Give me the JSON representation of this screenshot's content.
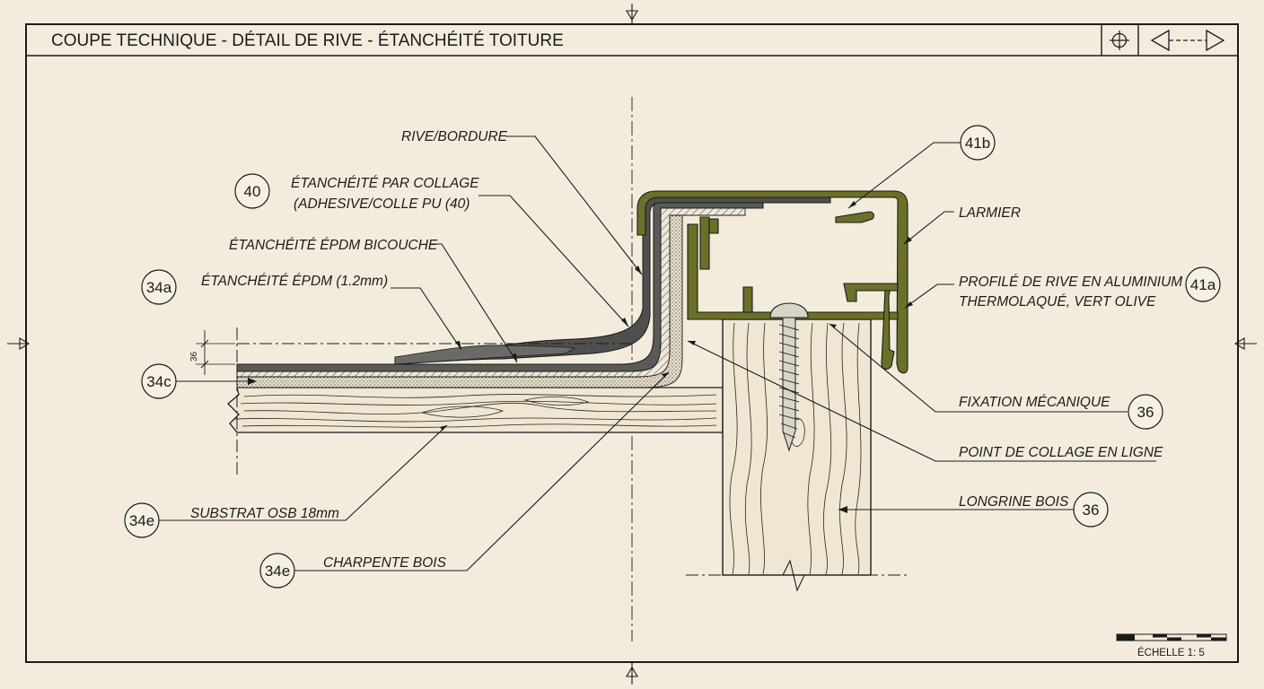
{
  "title": "COUPE TECHNIQUE - DÉTAIL DE RIVE - ÉTANCHÉITÉ TOITURE",
  "scale": "ÉCHELLE 1: 5",
  "dimension": "36",
  "colors": {
    "paper": "#f3ecdc",
    "ink": "#1b1b1b",
    "aluminium_profile": "#6b7029",
    "epdm": "#5a5a58"
  },
  "icons": [
    "crosshair-icon",
    "double-arrow-icon",
    "center-marker-icon"
  ],
  "labels": {
    "rive": "RIVE/BORDURE",
    "collage_1": "ÉTANCHÉITÉ PAR COLLAGE",
    "collage_2": "(ADHESIVE/COLLE PU (40)",
    "bicouche": "ÉTANCHÉITÉ ÉPDM BICOUCHE",
    "epdm": "ÉTANCHÉITÉ ÉPDM (1.2mm)",
    "substrat": "SUBSTRAT OSB 18mm",
    "charpente": "CHARPENTE BOIS",
    "larmier": "LARMIER",
    "profile_1": "PROFILÉ DE RIVE EN ALUMINIUM",
    "profile_2": "THERMOLAQUÉ, VERT OLIVE",
    "fixation": "FIXATION MÉCANIQUE",
    "point": "POINT DE COLLAGE EN LIGNE",
    "longrine": "LONGRINE BOIS"
  },
  "tags": {
    "t40": "40",
    "t34a": "34a",
    "t34c": "34c",
    "t34e_1": "34e",
    "t34e_2": "34e",
    "t41b": "41b",
    "t41a": "41a",
    "t36_1": "36",
    "t36_2": "36"
  }
}
